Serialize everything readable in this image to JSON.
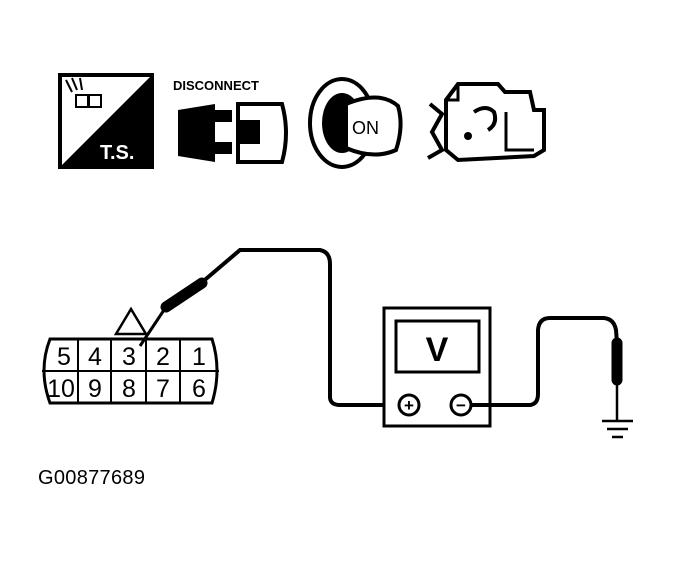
{
  "icons": {
    "ts_label": "T.S.",
    "disconnect_label": "DISCONNECT",
    "ignition_label": "ON"
  },
  "connector": {
    "top_row": [
      "5",
      "4",
      "3",
      "2",
      "1"
    ],
    "bottom_row": [
      "10",
      "9",
      "8",
      "7",
      "6"
    ]
  },
  "meter": {
    "unit_label": "V",
    "positive_terminal": "+",
    "negative_terminal": "−"
  },
  "figure_code": "G00877689"
}
